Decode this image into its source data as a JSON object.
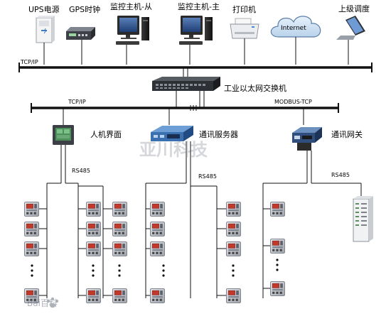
{
  "top_devices": {
    "ups": "UPS电源",
    "gps": "GPS时钟",
    "monitor_slave": "监控主机-从",
    "monitor_master": "监控主机-主",
    "printer": "打印机",
    "internet": "Internet",
    "upper_dispatch": "上级调度"
  },
  "networks": {
    "top_bus": "TCP/IP",
    "switch": "工业以太网交换机",
    "lower_left_bus": "TCP/IP",
    "lower_right_bus": "MODBUS-TCP"
  },
  "mid_devices": {
    "hmi": "人机界面",
    "comm_server": "通讯服务器",
    "gateway": "通讯网关"
  },
  "links": {
    "rs485_hmi": "RS485",
    "rs485_server": "RS485",
    "rs485_gateway": "RS485"
  },
  "watermarks": {
    "center": "亚川科技",
    "baidu": "Bai百科"
  },
  "colors": {
    "bus": "#111111",
    "meter_body": "#c9ccd3",
    "meter_display": "#c0392b",
    "server_blue": "#3a6fb0"
  }
}
